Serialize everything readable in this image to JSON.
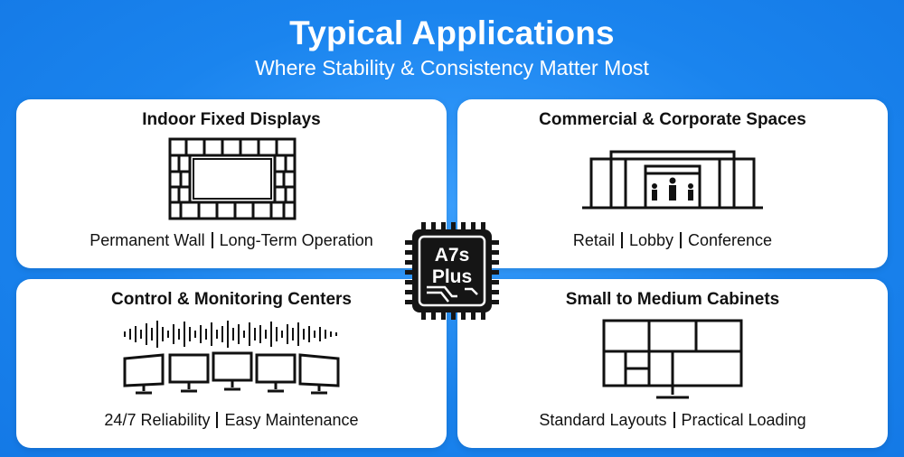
{
  "header": {
    "title": "Typical Applications",
    "subtitle": "Where Stability & Consistency Matter Most"
  },
  "chip": {
    "line1": "A7s",
    "line2": "Plus",
    "icon": "processor-chip-icon"
  },
  "panels": {
    "indoor": {
      "title": "Indoor Fixed Displays",
      "icon": "brick-wall-display-icon",
      "tags": [
        "Permanent Wall",
        "Long-Term Operation"
      ]
    },
    "commercial": {
      "title": "Commercial & Corporate Spaces",
      "icon": "building-storefront-icon",
      "tags": [
        "Retail",
        "Lobby",
        "Conference"
      ]
    },
    "control": {
      "title": "Control & Monitoring Centers",
      "icon": "monitor-array-icon",
      "tags": [
        "24/7 Reliability",
        "Easy Maintenance"
      ]
    },
    "small": {
      "title": "Small to Medium Cabinets",
      "icon": "cabinet-layout-monitor-icon",
      "tags": [
        "Standard Layouts",
        "Practical Loading"
      ]
    }
  },
  "colors": {
    "background": "#1e88f0",
    "panel": "#ffffff",
    "ink": "#111111",
    "chip": "#151515"
  }
}
